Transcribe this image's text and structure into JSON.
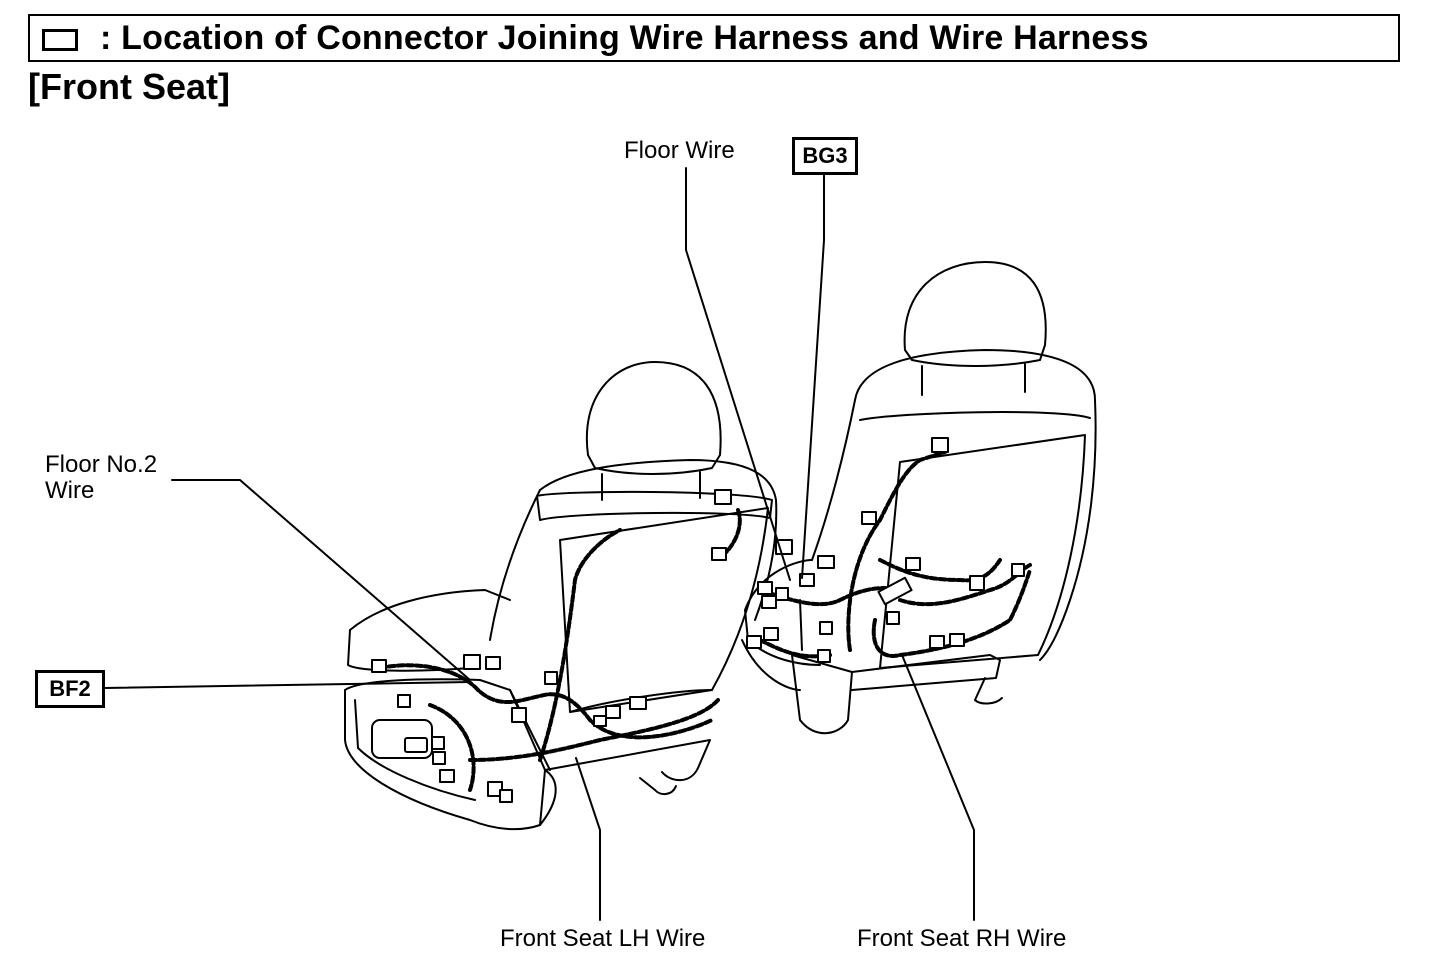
{
  "header": {
    "title": ": Location of Connector Joining Wire Harness and Wire Harness",
    "subtitle": "[Front Seat]"
  },
  "labels": {
    "floor_wire": "Floor Wire",
    "floor_no2_wire_line1": "Floor No.2",
    "floor_no2_wire_line2": "Wire",
    "front_seat_lh_wire": "Front Seat LH Wire",
    "front_seat_rh_wire": "Front Seat RH Wire"
  },
  "connector_codes": {
    "bg3": "BG3",
    "bf2": "BF2"
  }
}
